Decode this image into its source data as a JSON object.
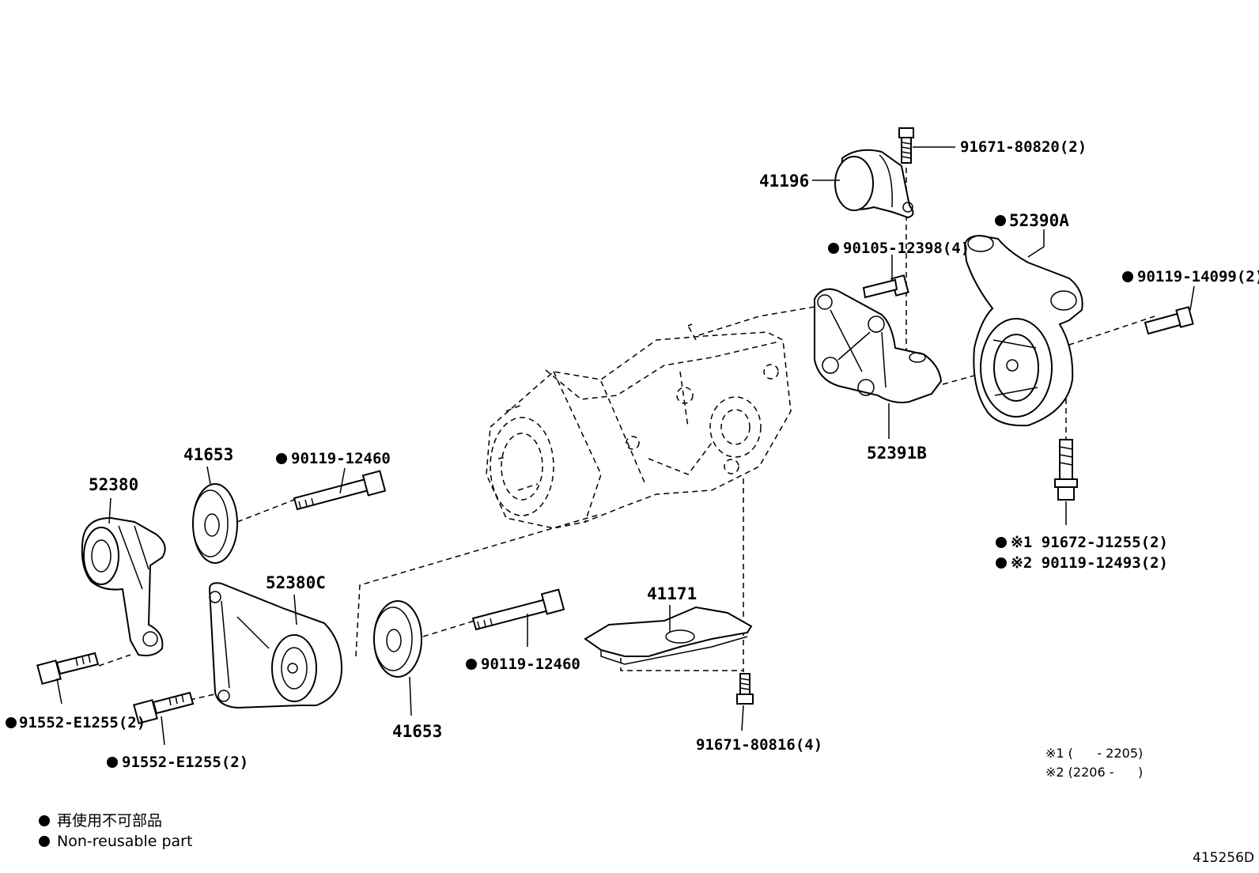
{
  "diagram_id": "415256D",
  "callouts": [
    {
      "key": "c41196",
      "text": "41196",
      "mark": false
    },
    {
      "key": "c91671a",
      "text": "91671-80820(2)",
      "mark": false
    },
    {
      "key": "c52390A",
      "text": "52390A",
      "mark": true
    },
    {
      "key": "c90105",
      "text": "90105-12398(4)",
      "mark": true
    },
    {
      "key": "c90119a",
      "text": "90119-14099(2)",
      "mark": true
    },
    {
      "key": "c52391B",
      "text": "52391B",
      "mark": false
    },
    {
      "key": "c91672",
      "text": "※1 91672-J1255(2)",
      "mark": true
    },
    {
      "key": "c90119b",
      "text": "※2 90119-12493(2)",
      "mark": true
    },
    {
      "key": "c41653a",
      "text": "41653",
      "mark": false
    },
    {
      "key": "c90119c",
      "text": "90119-12460",
      "mark": true
    },
    {
      "key": "c52380",
      "text": "52380",
      "mark": false
    },
    {
      "key": "c52380C",
      "text": "52380C",
      "mark": false
    },
    {
      "key": "c41171",
      "text": "41171",
      "mark": false
    },
    {
      "key": "c90119d",
      "text": "90119-12460",
      "mark": true
    },
    {
      "key": "c91552a",
      "text": "91552-E1255(2)",
      "mark": true
    },
    {
      "key": "c91552b",
      "text": "91552-E1255(2)",
      "mark": true
    },
    {
      "key": "c41653b",
      "text": "41653",
      "mark": false
    },
    {
      "key": "c91671b",
      "text": "91671-80816(4)",
      "mark": false
    }
  ],
  "notes": {
    "note1": "※1 (      - 2205)",
    "note2": "※2 (2206 -      )"
  },
  "legend": {
    "line1": "再使用不可部品",
    "line2": "Non-reusable part"
  },
  "colors": {
    "ink": "#000000",
    "paper": "#ffffff"
  },
  "icons": {
    "mark": "filled-circle-icon"
  }
}
